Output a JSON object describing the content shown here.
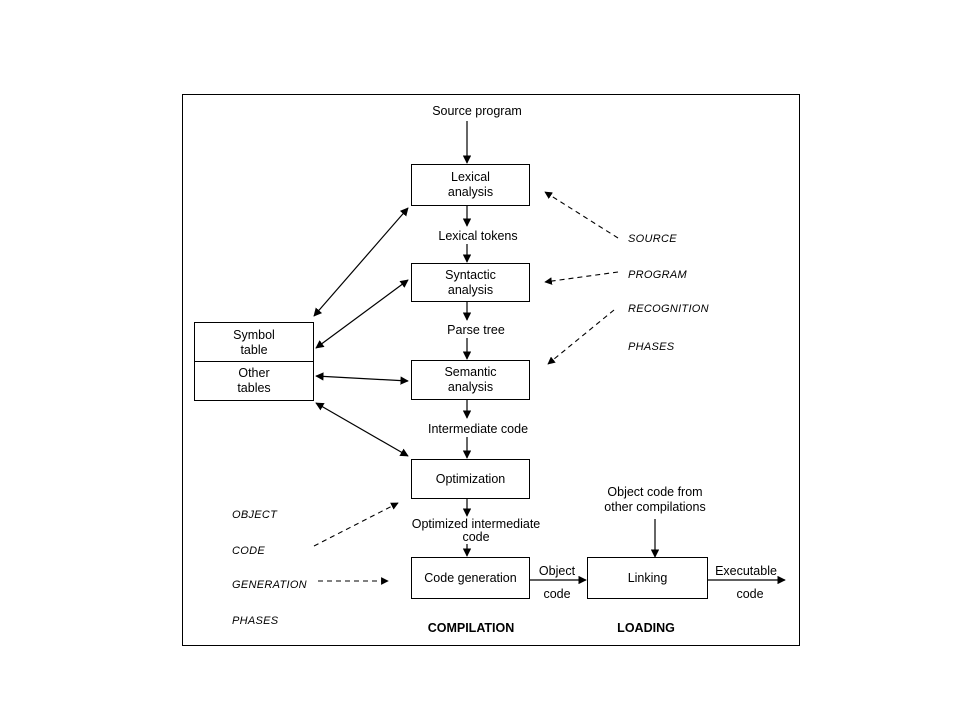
{
  "source_program": "Source program",
  "boxes": {
    "lexical": [
      "Lexical",
      "analysis"
    ],
    "syntactic": [
      "Syntactic",
      "analysis"
    ],
    "semantic": [
      "Semantic",
      "analysis"
    ],
    "optimization": [
      "Optimization"
    ],
    "code_generation": [
      "Code generation"
    ],
    "linking": [
      "Linking"
    ],
    "symbol_table": [
      "Symbol",
      "table"
    ],
    "other_tables": [
      "Other",
      "tables"
    ]
  },
  "edge_labels": {
    "lexical_tokens": "Lexical tokens",
    "parse_tree": "Parse tree",
    "intermediate_code": "Intermediate code",
    "optimized_intermediate_code": [
      "Optimized intermediate",
      "code"
    ],
    "object_code": [
      "Object",
      "code"
    ],
    "object_code_from": [
      "Object code from",
      "other compilations"
    ],
    "executable_code": [
      "Executable",
      "code"
    ]
  },
  "annotations": {
    "source_phases": [
      "SOURCE",
      "PROGRAM",
      "RECOGNITION",
      "PHASES"
    ],
    "object_phases": [
      "OBJECT",
      "CODE",
      "GENERATION",
      "PHASES"
    ]
  },
  "section_labels": {
    "compilation": "COMPILATION",
    "loading": "LOADING"
  }
}
